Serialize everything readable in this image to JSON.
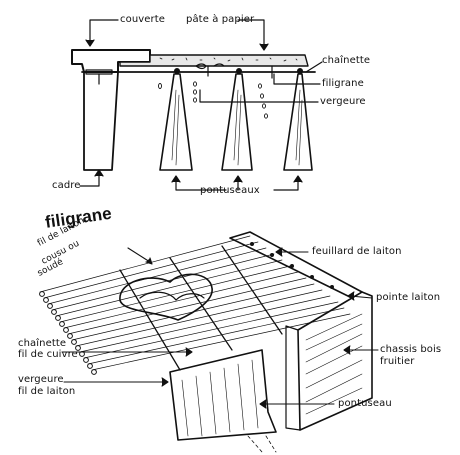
{
  "top_diagram": {
    "labels": {
      "couverte": "couverte",
      "pate_a_papier": "pâte à papier",
      "chainette": "chaînette",
      "filigrane": "filigrane",
      "vergeure": "vergeure",
      "cadre": "cadre",
      "pontuseaux": "pontuseaux"
    }
  },
  "bottom_diagram": {
    "title": "filigrane",
    "labels": {
      "fil_de_laiton": "fil de laiton",
      "cousu_ou": "cousu ou",
      "soude": "soudé",
      "feuillard_de_laiton": "feuillard de laiton",
      "pointe_laiton": "pointe laiton",
      "chainette": "chaînette",
      "fil_de_cuivre": "fil de cuivre",
      "chassis_bois": "chassis bois",
      "fruitier": "fruitier",
      "vergeure": "vergeure",
      "fil_de_laiton_2": "fil de laiton",
      "pontuseau": "pontuseau"
    }
  }
}
